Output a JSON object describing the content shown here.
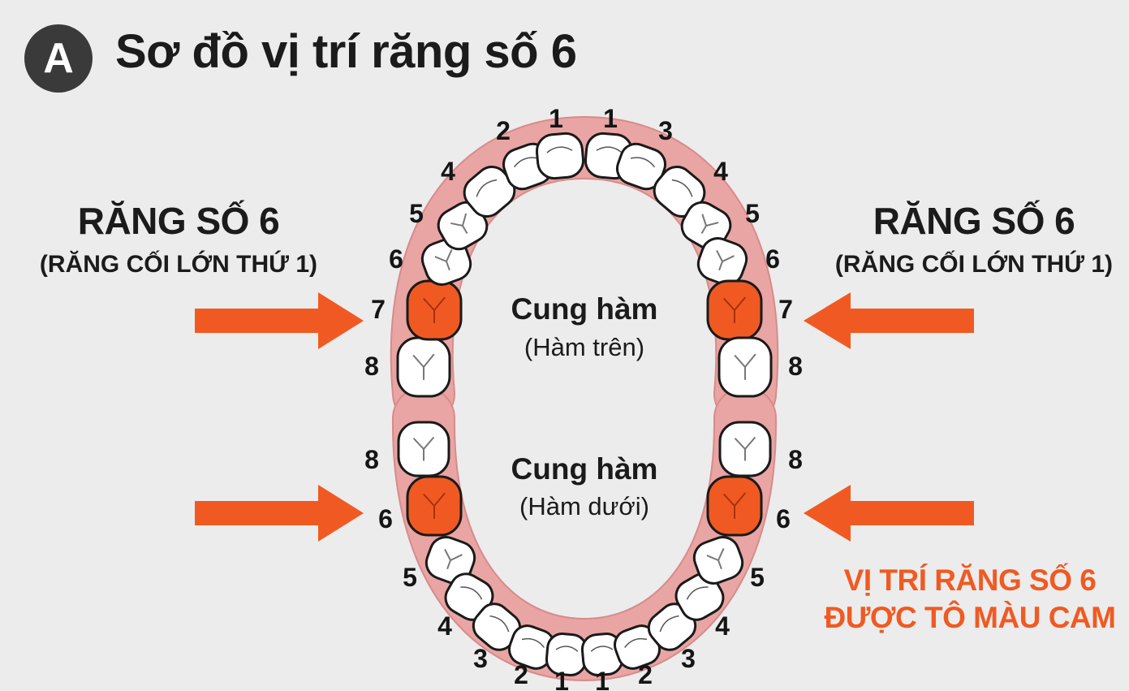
{
  "header": {
    "badge": "A",
    "title": "Sơ đồ vị trí răng số 6"
  },
  "left_label": {
    "heading": "RĂNG SỐ 6",
    "sub": "(RĂNG CỐI LỚN THỨ 1)"
  },
  "right_label": {
    "heading": "RĂNG SỐ 6",
    "sub": "(RĂNG CỐI LỚN THỨ 1)"
  },
  "upper_jaw": {
    "title": "Cung hàm",
    "subtitle": "(Hàm trên)",
    "numbers_left": [
      "8",
      "7",
      "6",
      "5",
      "4",
      "2",
      "1"
    ],
    "numbers_right": [
      "1",
      "3",
      "4",
      "5",
      "6",
      "7",
      "8"
    ],
    "highlighted_number": "7"
  },
  "lower_jaw": {
    "title": "Cung hàm",
    "subtitle": "(Hàm dưới)",
    "numbers_left": [
      "8",
      "6",
      "5",
      "4",
      "3",
      "2",
      "1"
    ],
    "numbers_right": [
      "1",
      "2",
      "3",
      "4",
      "5",
      "6",
      "8"
    ],
    "highlighted_number": "6"
  },
  "note": {
    "line1": "VỊ TRÍ RĂNG SỐ 6",
    "line2": "ĐƯỢC TÔ MÀU CAM"
  },
  "colors": {
    "highlight": "#f05a22",
    "gum": "#e8a5a3",
    "tooth": "#ffffff",
    "background": "#ececec"
  }
}
